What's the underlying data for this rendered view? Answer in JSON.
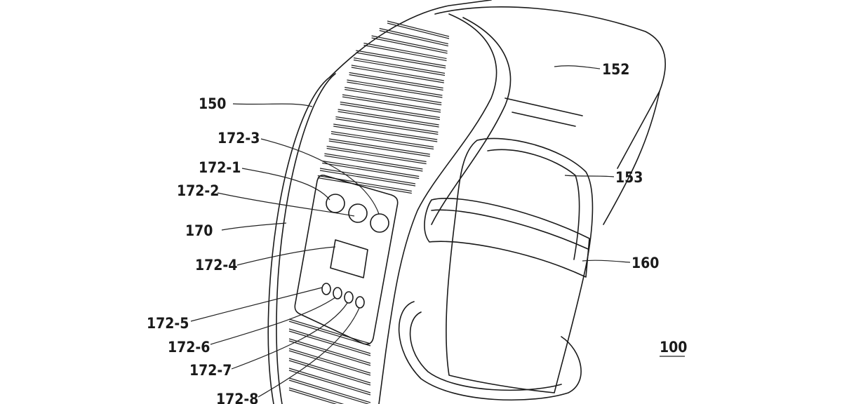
{
  "figure": {
    "reference_numeral": "100",
    "labels": {
      "band_front": "150",
      "band_top": "152",
      "clasp": "153",
      "loop": "160",
      "sensor_panel": "170",
      "sensor_1": "172-1",
      "sensor_2": "172-2",
      "sensor_3": "172-3",
      "display": "172-4",
      "led_5": "172-5",
      "led_6": "172-6",
      "led_7": "172-7",
      "led_8": "172-8"
    }
  }
}
